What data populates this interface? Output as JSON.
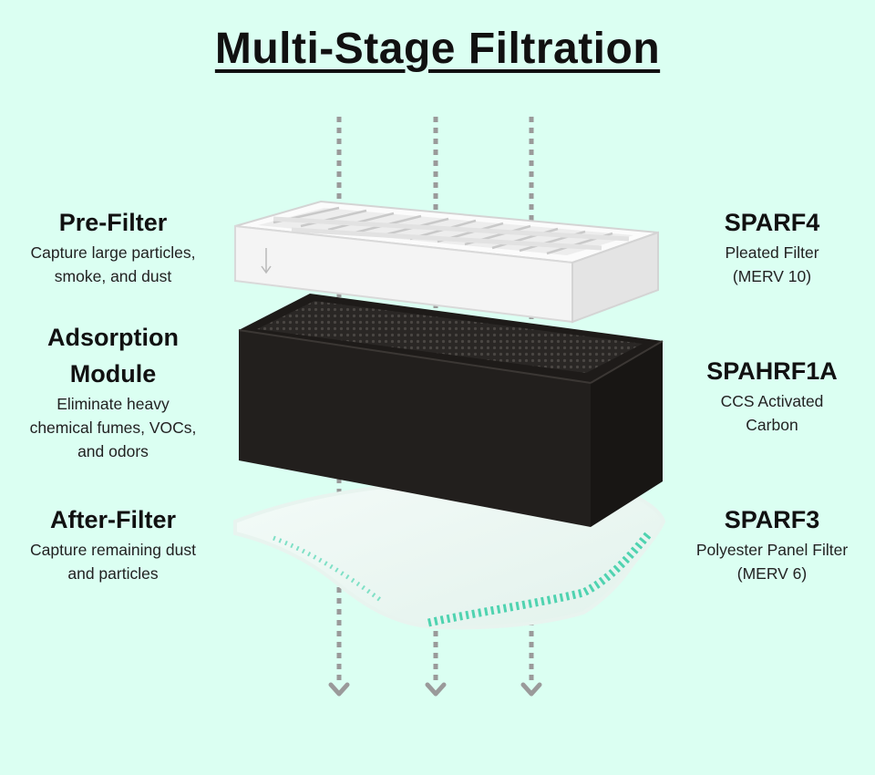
{
  "title": "Multi-Stage Filtration",
  "stages": [
    {
      "name": "Pre-Filter",
      "description": "Capture large particles, smoke, and dust",
      "part_number": "SPARF4",
      "part_line1": "Pleated Filter",
      "part_line2": "(MERV 10)"
    },
    {
      "name_line1": "Adsorption",
      "name_line2": "Module",
      "description": "Eliminate heavy chemical fumes, VOCs, and odors",
      "part_number": "SPAHRF1A",
      "part_line1": "CCS Activated",
      "part_line2": "Carbon"
    },
    {
      "name": "After-Filter",
      "description": "Capture remaining dust and particles",
      "part_number": "SPARF3",
      "part_line1": "Polyester Panel Filter",
      "part_line2": "(MERV 6)"
    }
  ],
  "colors": {
    "background": "#dbfff2",
    "arrow": "#9a9a9a",
    "carbon": "#1f1c1a",
    "pad_edge": "#4fd3b0"
  }
}
